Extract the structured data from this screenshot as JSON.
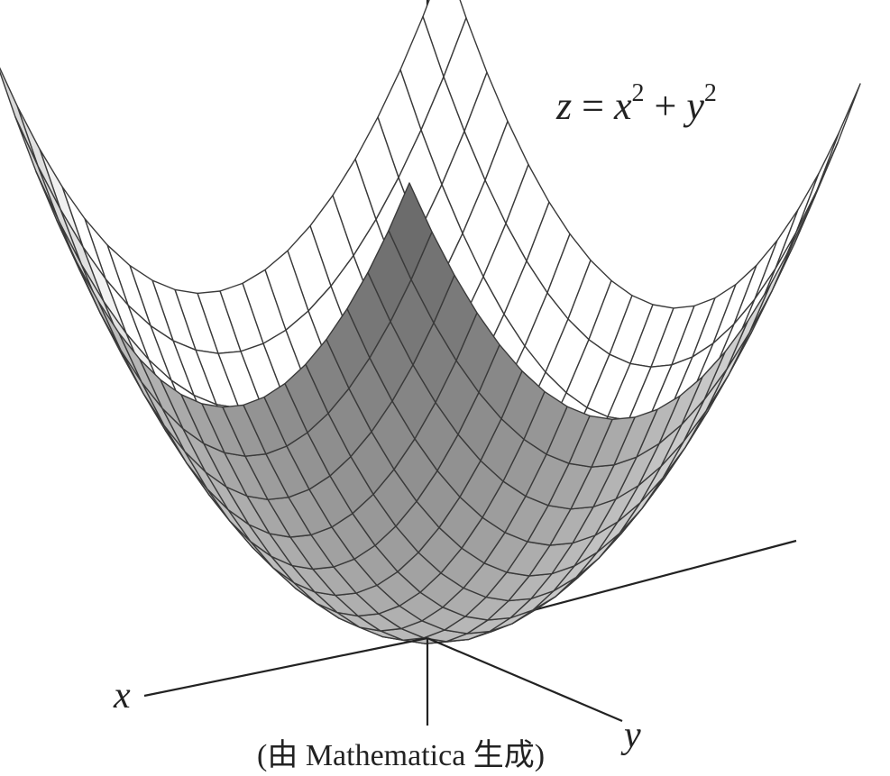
{
  "figure": {
    "equation": {
      "lhs": "z",
      "eq": " = ",
      "x": "x",
      "x_exp": "2",
      "plus": " + ",
      "y": "y",
      "y_exp": "2"
    },
    "surface": {
      "function": "z = x^2 + y^2",
      "mesh_lines": 20,
      "domain": [
        -1,
        1
      ]
    },
    "axes": {
      "x_label": "x",
      "y_label": "y"
    },
    "caption": "(由 Mathematica 生成)",
    "colors": {
      "mesh": "#3a3a3a",
      "surface_light": "#f2f2f2",
      "surface_dark": "#5a5a5a",
      "axis": "#222222"
    }
  }
}
